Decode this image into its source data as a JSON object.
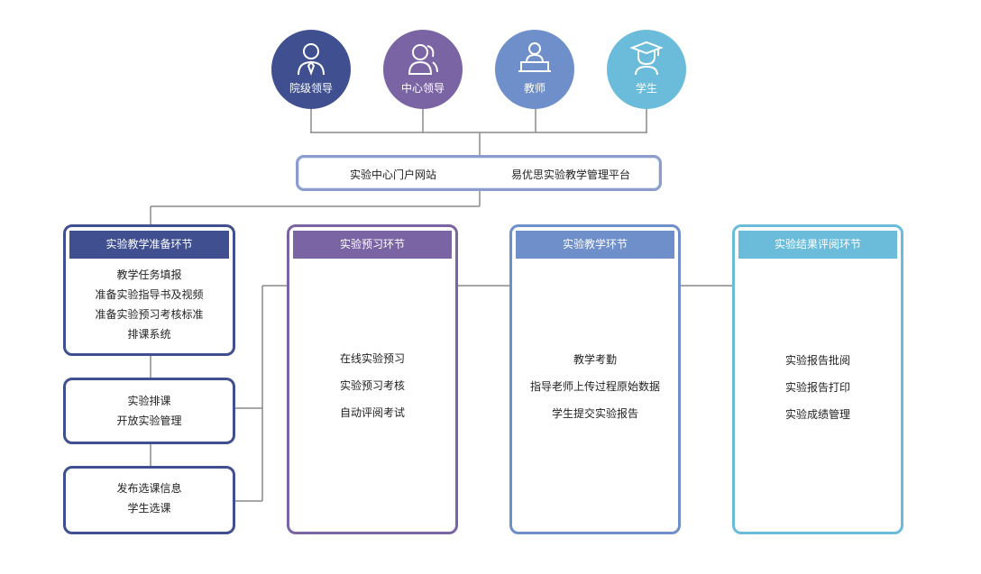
{
  "roles": [
    {
      "label": "院级领导",
      "icon": "leader-icon",
      "color": "#3f4f8f"
    },
    {
      "label": "中心领导",
      "icon": "group-icon",
      "color": "#7b64a4"
    },
    {
      "label": "教师",
      "icon": "teacher-icon",
      "color": "#6f8fca"
    },
    {
      "label": "学生",
      "icon": "student-icon",
      "color": "#6bbcdb"
    }
  ],
  "portal": {
    "left": "实验中心门户网站",
    "right": "易优思实验教学管理平台"
  },
  "prep": {
    "title": "实验教学准备环节",
    "items": [
      "教学任务填报",
      "准备实验指导书及视频",
      "准备实验预习考核标准",
      "排课系统"
    ]
  },
  "schedule": {
    "items": [
      "实验排课",
      "开放实验管理"
    ]
  },
  "selection": {
    "items": [
      "发布选课信息",
      "学生选课"
    ]
  },
  "preview": {
    "title": "实验预习环节",
    "items": [
      "在线实验预习",
      "实验预习考核",
      "自动评阅考试"
    ]
  },
  "teaching": {
    "title": "实验教学环节",
    "items": [
      "教学考勤",
      "指导老师上传过程原始数据",
      "学生提交实验报告"
    ]
  },
  "review": {
    "title": "实验结果评阅环节",
    "items": [
      "实验报告批阅",
      "实验报告打印",
      "实验成绩管理"
    ]
  }
}
